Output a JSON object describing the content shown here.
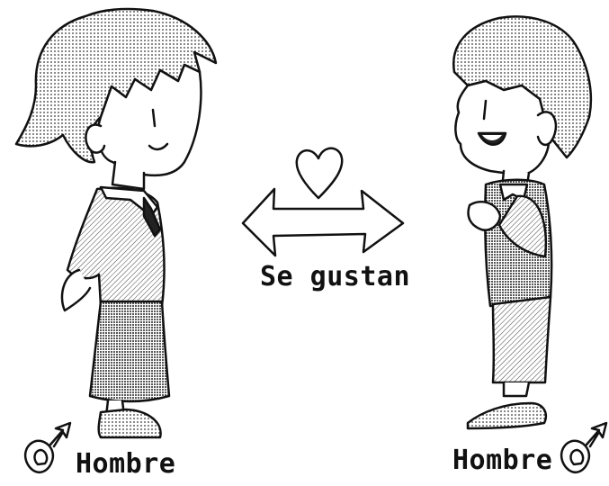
{
  "caption": "Se gustan",
  "left_person": {
    "label": "Hombre",
    "symbol": "male-symbol-icon"
  },
  "right_person": {
    "label": "Hombre",
    "symbol": "male-symbol-icon"
  },
  "colors": {
    "ink": "#111111",
    "background": "#ffffff"
  }
}
